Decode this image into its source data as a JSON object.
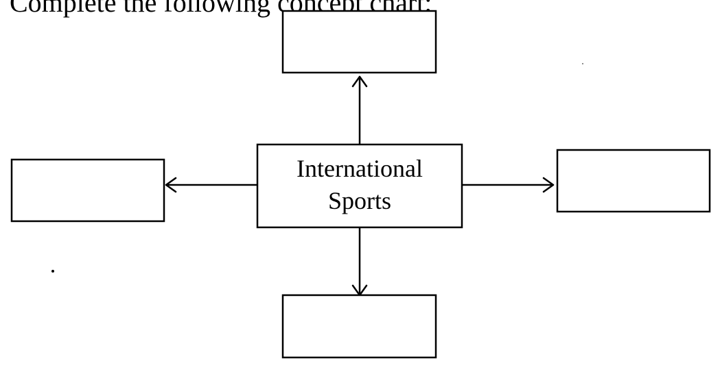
{
  "instruction": {
    "text": "Complete the following concept chart:"
  },
  "concept_chart": {
    "center": {
      "line1": "International",
      "line2": "Sports"
    },
    "branches": [
      {
        "position": "top",
        "text": ""
      },
      {
        "position": "left",
        "text": ""
      },
      {
        "position": "right",
        "text": ""
      },
      {
        "position": "bottom",
        "text": ""
      }
    ]
  }
}
